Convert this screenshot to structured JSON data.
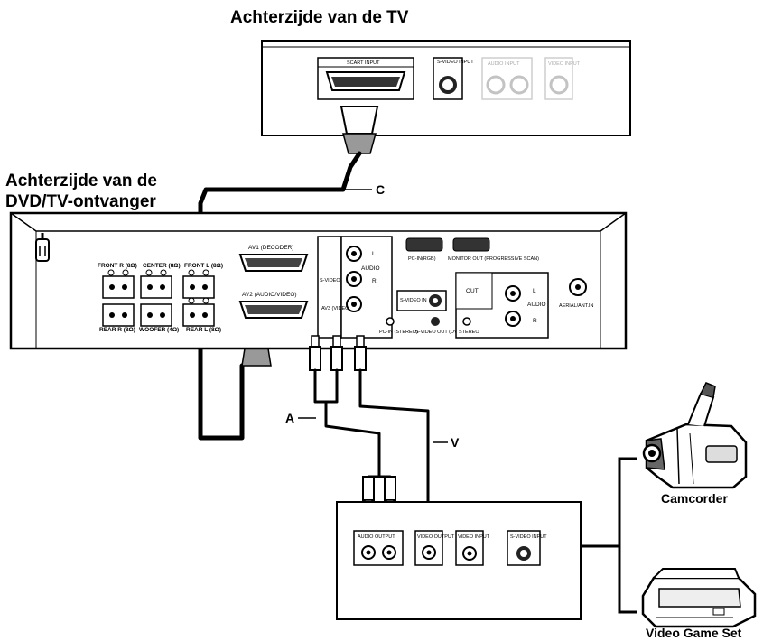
{
  "titles": {
    "tv_rear": "Achterzijde van de TV",
    "receiver_rear": "Achterzijde van de\nDVD/TV-ontvanger",
    "receiver_rear_line1": "Achterzijde van de",
    "receiver_rear_line2": "DVD/TV-ontvanger"
  },
  "tv_panel": {
    "scart": "SCART INPUT",
    "svideo": "S-VIDEO INPUT",
    "audio": "AUDIO INPUT",
    "video": "VIDEO INPUT"
  },
  "receiver_panel": {
    "front_r": "FRONT R (8Ω)",
    "center": "CENTER (8Ω)",
    "front_l": "FRONT L (8Ω)",
    "rear_r": "REAR R (8Ω)",
    "woofer": "WOOFER (4Ω)",
    "rear_l": "REAR L (8Ω)",
    "av1": "AV1 (DECODER)",
    "av2": "AV2 (AUDIO/VIDEO)",
    "svideo_l": "S-VIDEO",
    "av3": "AV3 (VIDEO)",
    "audio": "AUDIO",
    "ch_l": "L",
    "ch_r": "R",
    "pc_in": "PC-IN(RGB)",
    "monitor_out": "MONITOR OUT (PROGRESSIVE SCAN)",
    "svideo_in": "S-VIDEO IN",
    "pc_in_stereo": "PC-IN (STEREO)",
    "svideo_out": "S-VIDEO OUT (DVD ONLY)",
    "out": "OUT",
    "stereo": "STEREO",
    "aerial": "AERIAL/ANT.IN"
  },
  "cables": {
    "c": "C",
    "a": "A",
    "v": "V"
  },
  "source_panel": {
    "audio_output": "AUDIO OUTPUT",
    "video_output": "VIDEO OUTPUT",
    "video_input": "VIDEO INPUT",
    "svideo_input": "S-VIDEO INPUT"
  },
  "devices": {
    "camcorder": "Camcorder",
    "game": "Video Game Set"
  }
}
